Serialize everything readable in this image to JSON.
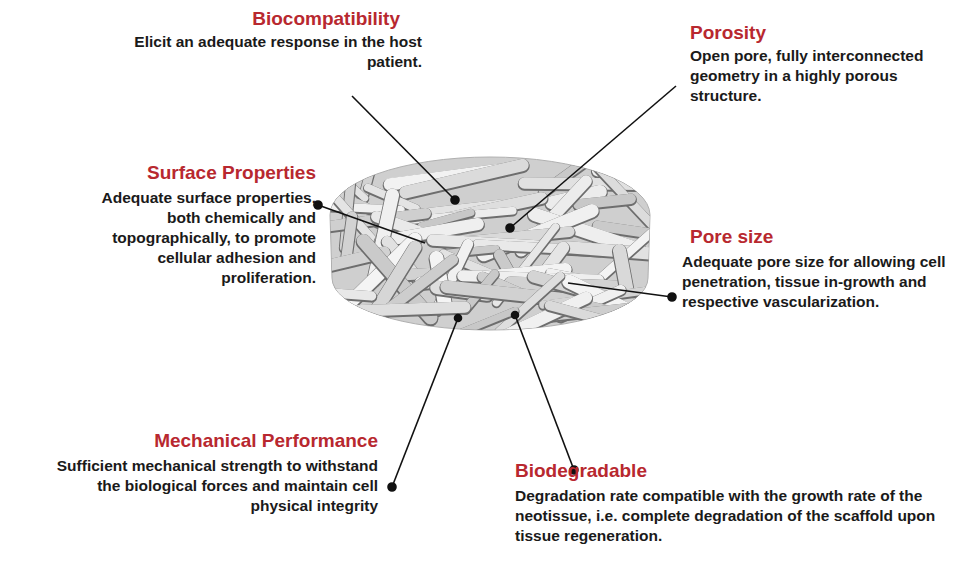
{
  "diagram": {
    "labels": [
      "Biocompatibility",
      "Elicit an adequate response in the host patient.",
      "Porosity",
      "Open pore, fully interconnected geometry in a highly porous structure.",
      "Surface Properties",
      "Adequate surface properties, both chemically and topographically, to promote cellular adhesion and proliferation.",
      "Pore size",
      "Adequate pore size for allowing cell penetration, tissue in-growth and respective vascularization.",
      "Mechanical Performance",
      "Sufficient mechanical strength to withstand the biological forces and maintain cell physical integrity",
      "Biodegradable",
      "Degradation rate compatible with the growth rate of the neotissue, i.e. complete degradation of the scaffold upon tissue regeneration."
    ]
  }
}
